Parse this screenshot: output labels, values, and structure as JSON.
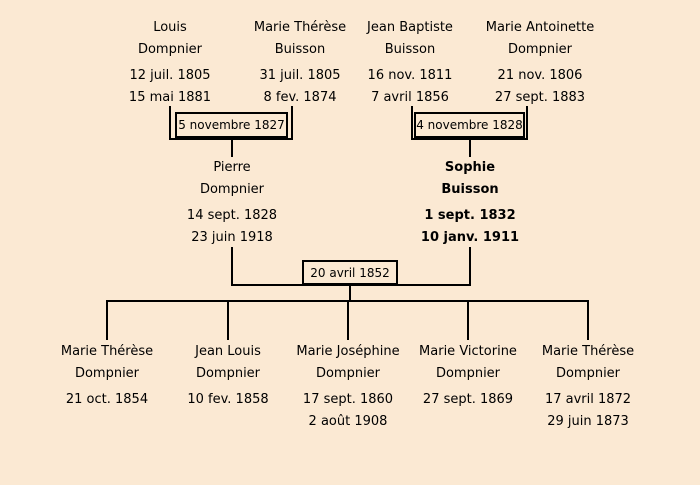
{
  "background_color": "#fbe9d3",
  "line_color": "#000000",
  "generation1": [
    {
      "given": "Louis",
      "surname": "Dompnier",
      "birth": "12 juil. 1805",
      "death": "15 mai 1881"
    },
    {
      "given": "Marie Thérèse",
      "surname": "Buisson",
      "birth": "31 juil. 1805",
      "death": "8 fev. 1874"
    },
    {
      "given": "Jean Baptiste",
      "surname": "Buisson",
      "birth": "16 nov. 1811",
      "death": "7 avril 1856"
    },
    {
      "given": "Marie Antoinette",
      "surname": "Dompnier",
      "birth": "21 nov. 1806",
      "death": "27 sept. 1883"
    }
  ],
  "generation2": [
    {
      "given": "Pierre",
      "surname": "Dompnier",
      "birth": "14 sept. 1828",
      "death": "23 juin 1918",
      "highlight": false
    },
    {
      "given": "Sophie",
      "surname": "Buisson",
      "birth": "1 sept. 1832",
      "death": "10 janv. 1911",
      "highlight": true
    }
  ],
  "generation3": [
    {
      "given": "Marie Thérèse",
      "surname": "Dompnier",
      "birth": "21 oct. 1854",
      "death": ""
    },
    {
      "given": "Jean Louis",
      "surname": "Dompnier",
      "birth": "10 fev. 1858",
      "death": ""
    },
    {
      "given": "Marie Joséphine",
      "surname": "Dompnier",
      "birth": "17 sept. 1860",
      "death": "2 août 1908"
    },
    {
      "given": "Marie Victorine",
      "surname": "Dompnier",
      "birth": "27 sept. 1869",
      "death": ""
    },
    {
      "given": "Marie Thérèse",
      "surname": "Dompnier",
      "birth": "17 avril 1872",
      "death": "29 juin 1873"
    }
  ],
  "marriages": [
    {
      "date": "5 novembre 1827"
    },
    {
      "date": "4 novembre 1828"
    },
    {
      "date": "20 avril 1852"
    }
  ]
}
